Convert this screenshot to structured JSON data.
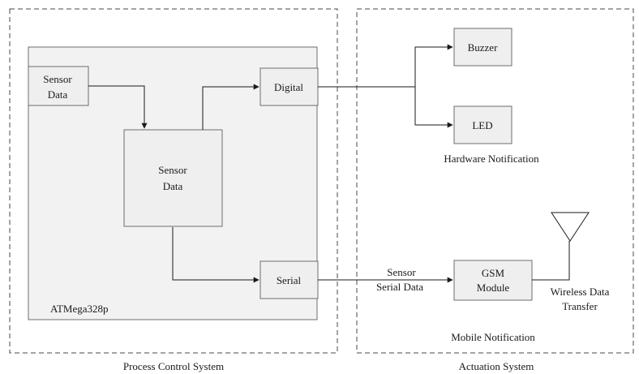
{
  "regions": {
    "process_control": {
      "label": "Process Control System"
    },
    "actuation": {
      "label": "Actuation System"
    },
    "microcontroller": {
      "label": "ATMega328p"
    }
  },
  "blocks": {
    "sensor_input": {
      "line1": "Sensor",
      "line2": "Data"
    },
    "sensor_processor": {
      "line1": "Sensor",
      "line2": "Data"
    },
    "digital": {
      "label": "Digital"
    },
    "serial": {
      "label": "Serial"
    },
    "buzzer": {
      "label": "Buzzer"
    },
    "led": {
      "label": "LED"
    },
    "gsm": {
      "line1": "GSM",
      "line2": "Module"
    }
  },
  "labels": {
    "hardware_notification": "Hardware Notification",
    "mobile_notification": "Mobile Notification",
    "serial_data_line1": "Sensor",
    "serial_data_line2": "Serial Data",
    "wireless_line1": "Wireless Data",
    "wireless_line2": "Transfer"
  },
  "colors": {
    "block_fill": "#efefef",
    "panel_fill": "#f2f2f2",
    "stroke": "#6e6e6e",
    "line": "#1a1a1a",
    "dash": "#4a4a4a"
  }
}
